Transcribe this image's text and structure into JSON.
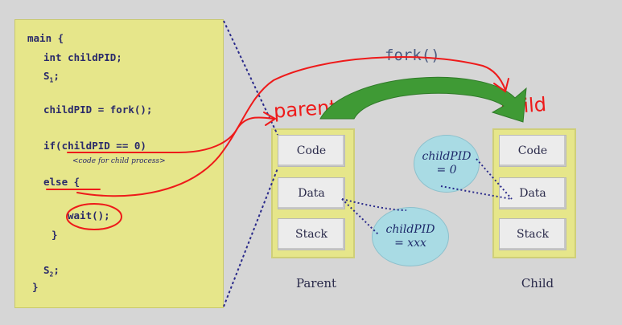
{
  "code": {
    "lines": {
      "l1": "main {",
      "l2": "int childPID;",
      "l3_base": "S",
      "l3_sub": "1",
      "l3_end": ";",
      "l4": "childPID = fork();",
      "l5": "if(childPID == 0)",
      "l6_comment": "<code for child process>",
      "l7": "else {",
      "l8": "wait();",
      "l9": "}",
      "l10_base": "S",
      "l10_sub": "2",
      "l10_end": ";",
      "l11": "}"
    }
  },
  "fork_label": "fork()",
  "handwriting": {
    "parent": "parent",
    "child": "child"
  },
  "parent": {
    "label": "Parent",
    "segments": [
      "Code",
      "Data",
      "Stack"
    ],
    "pid_name": "childPID",
    "pid_value": "= xxx"
  },
  "child": {
    "label": "Child",
    "segments": [
      "Code",
      "Data",
      "Stack"
    ],
    "pid_name": "childPID",
    "pid_value": "= 0"
  },
  "colors": {
    "panel": "#e6e68a",
    "ink_red": "#ee1a1a",
    "arrow_green": "#3f9a35",
    "bubble": "#a9dbe4",
    "dotted": "#2a2a8a"
  }
}
